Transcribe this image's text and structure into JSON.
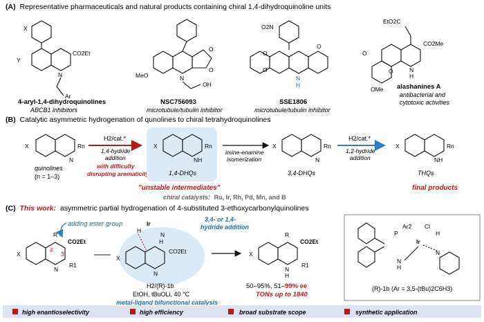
{
  "section_a": {
    "header_letter": "(A)",
    "header_text": "Representative pharmaceuticals and natural products containing chiral 1,4-dihydroquinoline units",
    "compounds": [
      {
        "name": "4-aryl-1,4-dihydroquinolines",
        "activity": "ABCB1 inhibitors"
      },
      {
        "name": "NSC756093",
        "activity": "microtubule/tubulin inhibitor"
      },
      {
        "name": "SSE1806",
        "activity": "microtubule/tubulin inhibitor"
      },
      {
        "name": "alashanines A",
        "activity_line1": "antibacterial and",
        "activity_line2": "cytotoxic activities"
      }
    ],
    "atoms": {
      "x": "X",
      "y": "Y",
      "co2et": "CO2Et",
      "n": "N",
      "ar": "Ar",
      "meo": "MeO",
      "oh": "OH",
      "o": "O",
      "o2n": "O2N",
      "h": "H",
      "eto2c": "EtO2C",
      "co2me": "CO2Me",
      "ome": "OMe"
    }
  },
  "section_b": {
    "header_letter": "(B)",
    "header_text": "Catalytic asymmetric hydrogenation of qunolines to chiral tetrahydroquinolines",
    "quinolines_label": "quinolines",
    "n_range": "(n = 1–3)",
    "arrow1_top": "H2/cat.*",
    "arrow1_mid1": "1,4-hydride",
    "arrow1_mid2": "addition",
    "arrow1_bottom1": "with difficulty",
    "arrow1_bottom2": "disrupting aromaticity",
    "dhq14": "1,4-DHQs",
    "iso1": "imine-enamine",
    "iso2": "isomerization",
    "dhq34": "3,4-DHQs",
    "arrow2_top": "H2/cat.*",
    "arrow2_mid1": "1,2-hydride",
    "arrow2_mid2": "addition",
    "thqs": "THQs",
    "unstable": "\"unstable intermediates\"",
    "chiral_catalysts_prefix": "chiral catalysts:",
    "chiral_catalysts_list": "Ru, Ir, Rh, Pd, Mn, and B",
    "final_products": "final products",
    "rn": "Rn",
    "x": "X",
    "nh": "NH",
    "n": "N"
  },
  "section_c": {
    "header_letter": "(C)",
    "this_work": "This work:",
    "header_text": "asymmetric partial hydrogenation of 4-substituted 3-ethoxycarbonylquinolines",
    "adding_ester": "adding ester group",
    "r": "R",
    "co2et": "CO2Et",
    "r1": "R1",
    "x": "X",
    "n": "N",
    "pos4": "4",
    "pos3": "3",
    "ir": "Ir",
    "h": "H",
    "hydride1": "3,4- or 1,4-",
    "hydride2": "hydride addition",
    "conditions1": "H2/(R)-1b",
    "conditions2": "EtOH, tBuOLi, 40 °C",
    "mlbc": "metal-ligand bifunctional catalysis",
    "yield_text": "50–95%, 51–",
    "ee_text": "99% ee",
    "tons": "TONs up to 1840",
    "catalyst_label": "(R)-1b (Ar = 3,5-(tBu)2C6H3)",
    "ar2": "Ar2",
    "p": "P",
    "cl": "Cl",
    "me_label": ""
  },
  "footer": {
    "items": [
      "high enantioselectivity",
      "high efficiency",
      "broad substrate scope",
      "synthetic application"
    ]
  },
  "colors": {
    "red": "#c0161c",
    "blue": "#1e6fb8",
    "light_blue_bg": "#dbeaf7",
    "footer_bg": "#dde3f0",
    "arrow_red": "#b31b1b",
    "arrow_blue": "#2f7ec4"
  }
}
